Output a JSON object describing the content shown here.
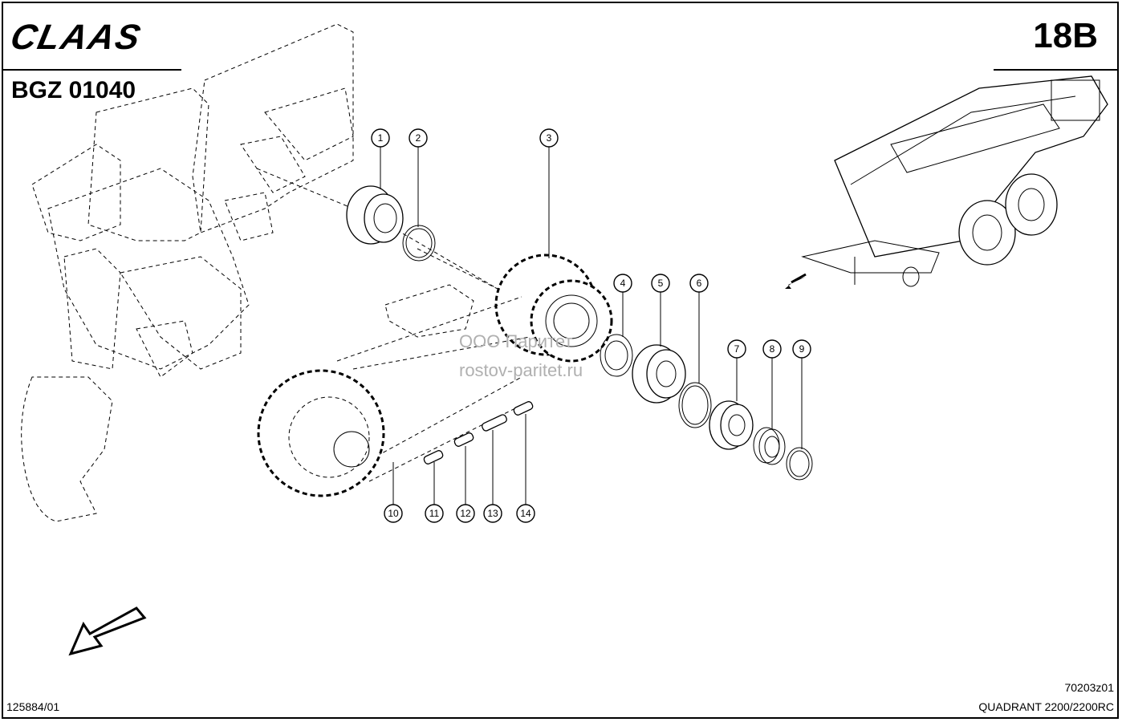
{
  "header": {
    "brand": "CLAAS",
    "doc_id": "BGZ 01040",
    "page_no": "18B"
  },
  "footer": {
    "left_code": "125884/01",
    "drawing_code": "70203z01",
    "model": "QUADRANT 2200/2200RC"
  },
  "watermark": {
    "line1": "ООО Паритет",
    "line2": "rostov-paritet.ru"
  },
  "callouts": [
    "1",
    "2",
    "3",
    "4",
    "5",
    "6",
    "7",
    "8",
    "9",
    "10",
    "11",
    "12",
    "13",
    "14"
  ]
}
